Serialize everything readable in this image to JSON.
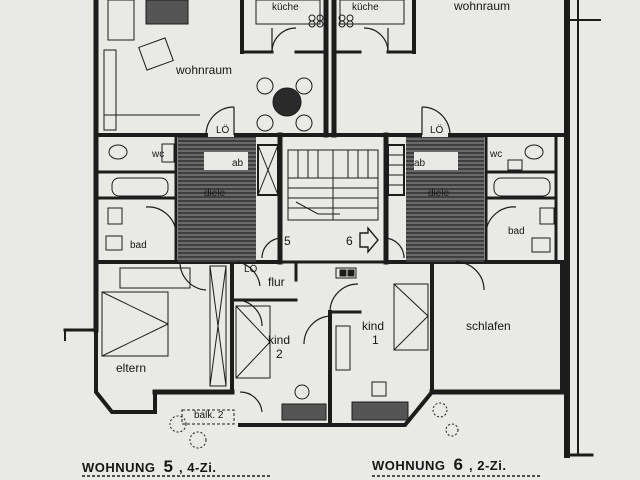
{
  "rooms": {
    "kueche_left": "küche",
    "kueche_right": "küche",
    "wohnraum_left": "wohnraum",
    "wohnraum_right": "wohnraum",
    "lo_1": "LÖ",
    "lo_2": "LÖ",
    "lo_3": "LÖ",
    "wc_left": "wc",
    "wc_right": "wc",
    "diele_left": "diele",
    "diele_right": "diele",
    "ab_left": "ab",
    "ab_right": "ab",
    "bad_left": "bad",
    "bad_right": "bad",
    "stair_5": "5",
    "stair_6": "6",
    "flur": "flur",
    "kind1_a": "kind",
    "kind1_b": "1",
    "kind2_a": "kind",
    "kind2_b": "2",
    "schlafen": "schlafen",
    "eltern": "eltern",
    "balk": "balk. 2"
  },
  "footer": {
    "w5_word": "WOHNUNG",
    "w5_num": "5",
    "w5_type": ", 4-Zi.",
    "w6_word": "WOHNUNG",
    "w6_num": "6",
    "w6_type": ", 2-Zi."
  },
  "colors": {
    "paper": "#e9e9e6",
    "wall": "#1c1c1c",
    "hatch": "#4a4a4a"
  }
}
